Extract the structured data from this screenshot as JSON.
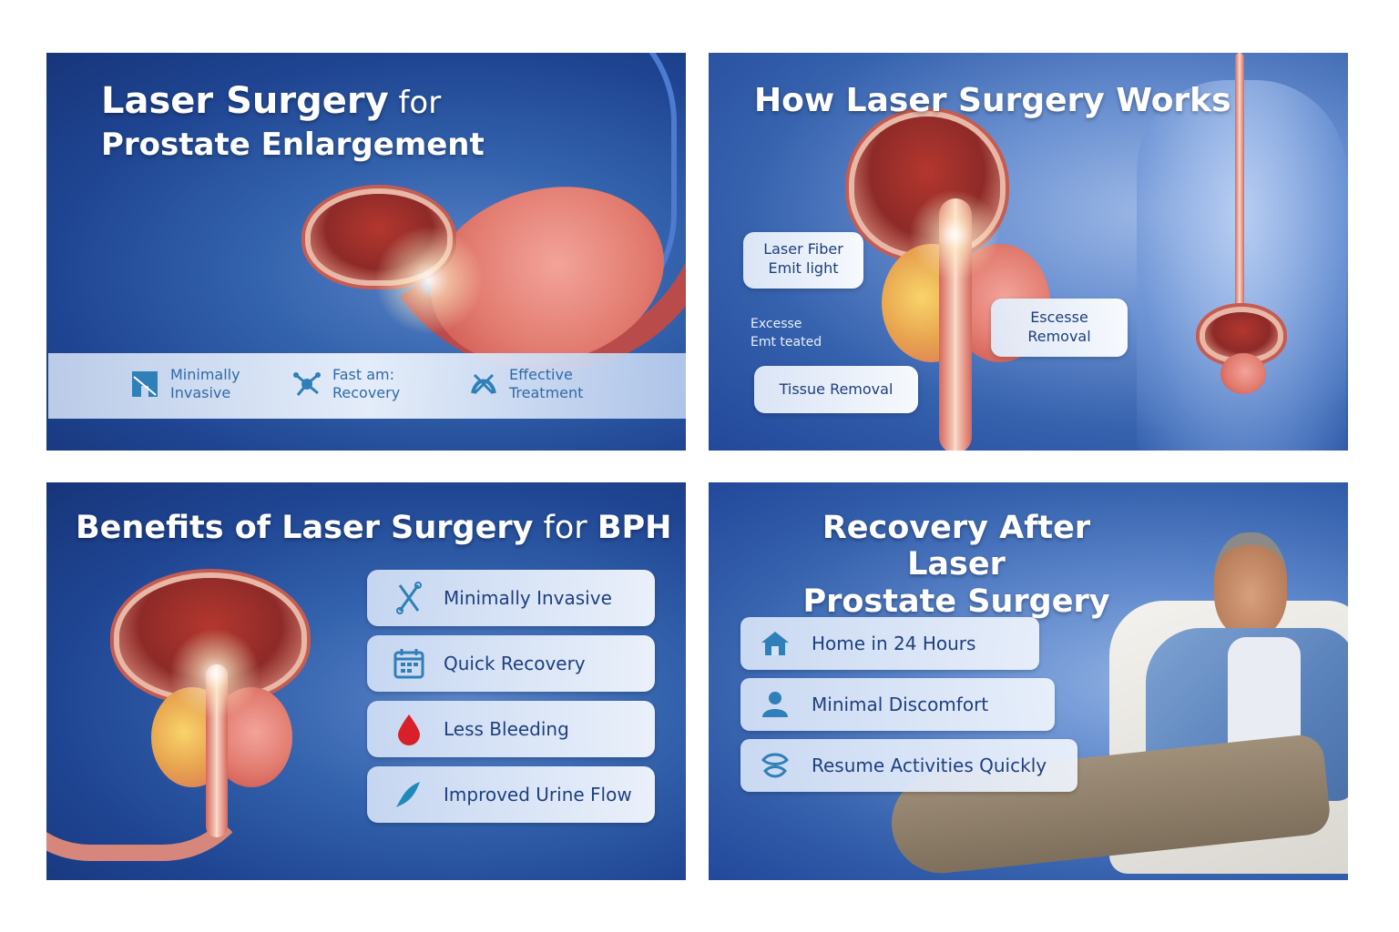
{
  "panels": [
    {
      "title_bold": "Laser Surgery",
      "title_light": " for",
      "title_line2": "Prostate Enlargement",
      "features": [
        {
          "icon": "anatomy-icon",
          "line1": "Minimally",
          "line2": "Invasive"
        },
        {
          "icon": "molecule-icon",
          "line1": "Fast am:",
          "line2": "Recovery"
        },
        {
          "icon": "treatment-icon",
          "line1": "Effective",
          "line2": "Treatment"
        }
      ]
    },
    {
      "title": "How Laser Surgery Works",
      "callouts": {
        "laser_fiber": {
          "line1": "Laser Fiber",
          "line2": "Emit light"
        },
        "excess_removal": {
          "line1": "Escesse",
          "line2": "Removal"
        },
        "tissue_removal": "Tissue Removal"
      },
      "faint_label": {
        "line1": "Excesse",
        "line2": "Emt teated"
      }
    },
    {
      "title_bold": "Benefits of Laser Surgery",
      "title_light": " for ",
      "title_end": "BPH",
      "benefits": [
        {
          "icon": "surgical-tools-icon",
          "label": "Minimally Invasive"
        },
        {
          "icon": "calendar-icon",
          "label": "Quick Recovery"
        },
        {
          "icon": "blood-drop-icon",
          "label": "Less Bleeding"
        },
        {
          "icon": "flow-icon",
          "label": "Improved Urine Flow"
        }
      ]
    },
    {
      "title_line1": "Recovery After Laser",
      "title_line2": "Prostate Surgery",
      "items": [
        {
          "icon": "home-icon",
          "label": "Home in 24 Hours"
        },
        {
          "icon": "comfort-icon",
          "label": "Minimal Discomfort"
        },
        {
          "icon": "activity-icon",
          "label": "Resume Activities Quickly"
        }
      ]
    }
  ],
  "colors": {
    "panel_bg": "#1f4592",
    "accent_text": "#1f3f80",
    "icon_blue": "#2f7fb8",
    "blood_red": "#d81f2a"
  }
}
